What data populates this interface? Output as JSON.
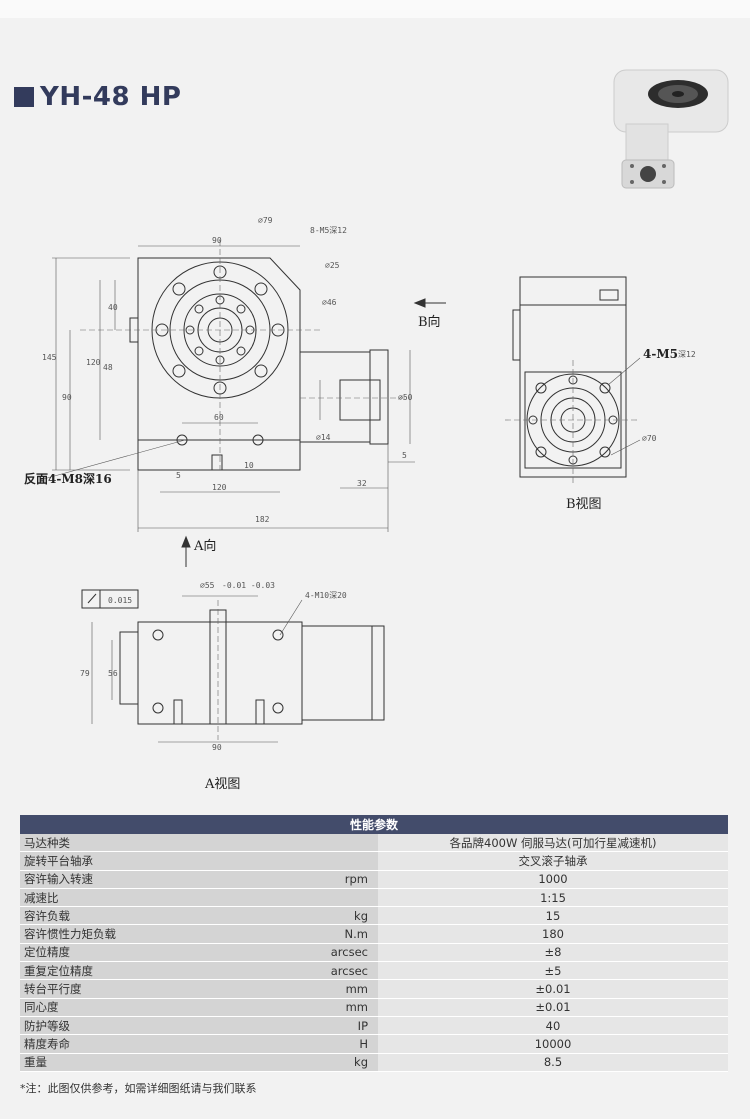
{
  "title": "YH-48 HP",
  "drawing_labels": {
    "d79": "⌀79",
    "m5_top": "8-M5深12",
    "d25": "⌀25",
    "d46": "⌀46",
    "dim_90_top": "90",
    "dim_40": "40",
    "dim_145": "145",
    "dim_120_v": "120",
    "dim_48": "48",
    "dim_90_v": "90",
    "dim_60": "60",
    "dim_5_left": "5",
    "dim_10": "10",
    "dim_120_h": "120",
    "dim_182": "182",
    "dim_d14": "⌀14",
    "dim_d50": "⌀50",
    "dim_5_right": "5",
    "dim_32": "32",
    "back_note": "反面4-M8深16",
    "b_dir": "B向",
    "a_dir": "A向",
    "m5_b": "4-M5",
    "m5_b_depth": "深12",
    "d70": "⌀70",
    "b_view": "B视图",
    "flatness": "0.015",
    "d55": "⌀55",
    "d55_tol": "-0.01 -0.03",
    "m10": "4-M10深20",
    "dim_79": "79",
    "dim_56": "56",
    "dim_90_bottom": "90",
    "a_view": "A视图"
  },
  "spec": {
    "header": "性能参数",
    "rows": [
      {
        "name": "马达种类",
        "unit": "",
        "value": "各品牌400W 伺服马达(可加行星减速机)"
      },
      {
        "name": "旋转平台轴承",
        "unit": "",
        "value": "交叉滚子轴承"
      },
      {
        "name": "容许输入转速",
        "unit": "rpm",
        "value": "1000"
      },
      {
        "name": "减速比",
        "unit": "",
        "value": "1:15"
      },
      {
        "name": "容许负载",
        "unit": "kg",
        "value": "15"
      },
      {
        "name": "容许惯性力矩负载",
        "unit": "N.m",
        "value": "180"
      },
      {
        "name": "定位精度",
        "unit": "arcsec",
        "value": "±8"
      },
      {
        "name": "重复定位精度",
        "unit": "arcsec",
        "value": "±5"
      },
      {
        "name": "转台平行度",
        "unit": "mm",
        "value": "±0.01"
      },
      {
        "name": "同心度",
        "unit": "mm",
        "value": "±0.01"
      },
      {
        "name": "防护等级",
        "unit": "IP",
        "value": "40"
      },
      {
        "name": "精度寿命",
        "unit": "H",
        "value": "10000"
      },
      {
        "name": "重量",
        "unit": "kg",
        "value": "8.5"
      }
    ]
  },
  "note": "*注：此图仅供参考，如需详细图纸请与我们联系"
}
